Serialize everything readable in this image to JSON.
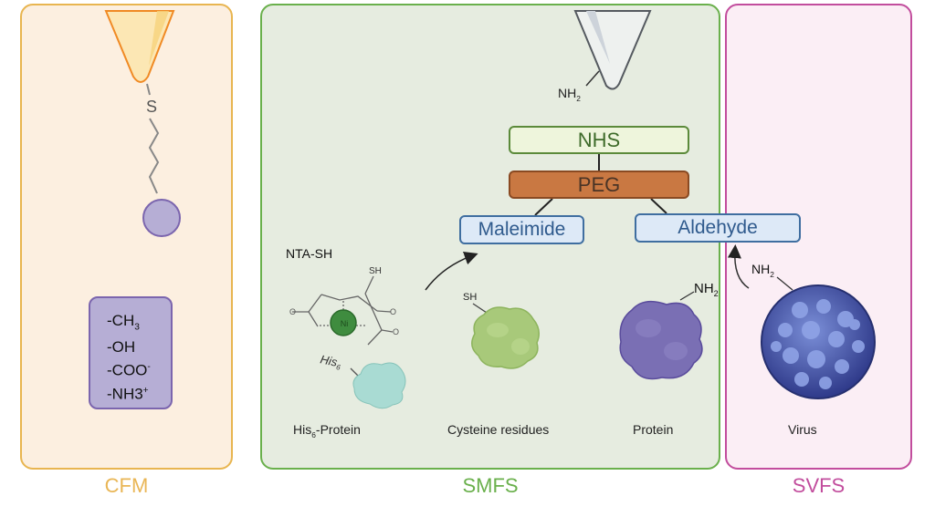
{
  "panels": {
    "cfm": {
      "label": "CFM",
      "tip_linker_atom": "S",
      "functional_groups": [
        "-CH",
        "3",
        "-OH",
        "-COO",
        "-",
        "-NH3",
        "+"
      ]
    },
    "smfs": {
      "label": "SMFS",
      "tip_group": "NH",
      "tip_group_sub": "2",
      "linkers": {
        "nhs": "NHS",
        "peg": "PEG",
        "maleimide": "Maleimide",
        "aldehyde": "Aldehyde"
      },
      "nta": {
        "title": "NTA-SH",
        "sh": "SH",
        "tag": "His",
        "tag_sub": "6",
        "ni": "Ni"
      },
      "targets": [
        {
          "label_pre": "His",
          "label_sub": "6",
          "label_post": "-Protein"
        },
        {
          "label": "Cysteine residues",
          "group": "SH"
        },
        {
          "label": "Protein",
          "group": "NH",
          "group_sub": "2"
        }
      ]
    },
    "svfs": {
      "label": "SVFS",
      "target": {
        "label": "Virus",
        "group": "NH",
        "group_sub": "2"
      }
    }
  },
  "colors": {
    "cfm": "#e8b550",
    "smfs": "#6ab04c",
    "svfs": "#c24d9d"
  }
}
